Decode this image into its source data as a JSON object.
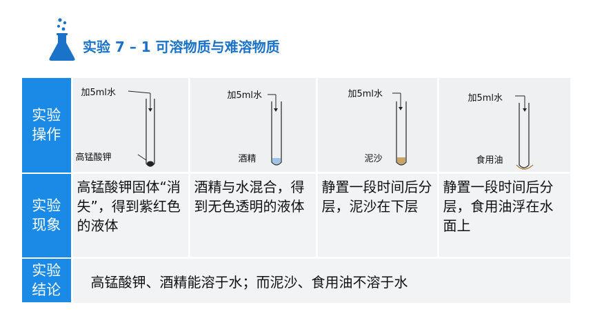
{
  "header": {
    "title": "实验 7 – 1  可溶物质与难溶物质",
    "accent_color": "#1a73c9",
    "icon": "flask-icon"
  },
  "table": {
    "row_headers": {
      "operation": [
        "实验",
        "操作"
      ],
      "phenomenon": [
        "实验",
        "现象"
      ],
      "conclusion": [
        "实验",
        "结论"
      ]
    },
    "header_color": "#1a8ae6",
    "operation_images": [
      {
        "add_label": "加5ml水",
        "substance_label": "高锰酸钾"
      },
      {
        "add_label": "加5ml水",
        "substance_label": "酒精"
      },
      {
        "add_label": "加5ml水",
        "substance_label": "泥沙"
      },
      {
        "add_label": "加5ml水",
        "substance_label": "食用油"
      }
    ],
    "phenomena": [
      "高锰酸钾固体“消失”，得到紫红色的液体",
      "酒精与水混合，得到无色透明的液体",
      "静置一段时间后分层，泥沙在下层",
      "静置一段时间后分层，食用油浮在水面上"
    ],
    "conclusion": "高锰酸钾、酒精能溶于水；而泥沙、食用油不溶于水"
  }
}
